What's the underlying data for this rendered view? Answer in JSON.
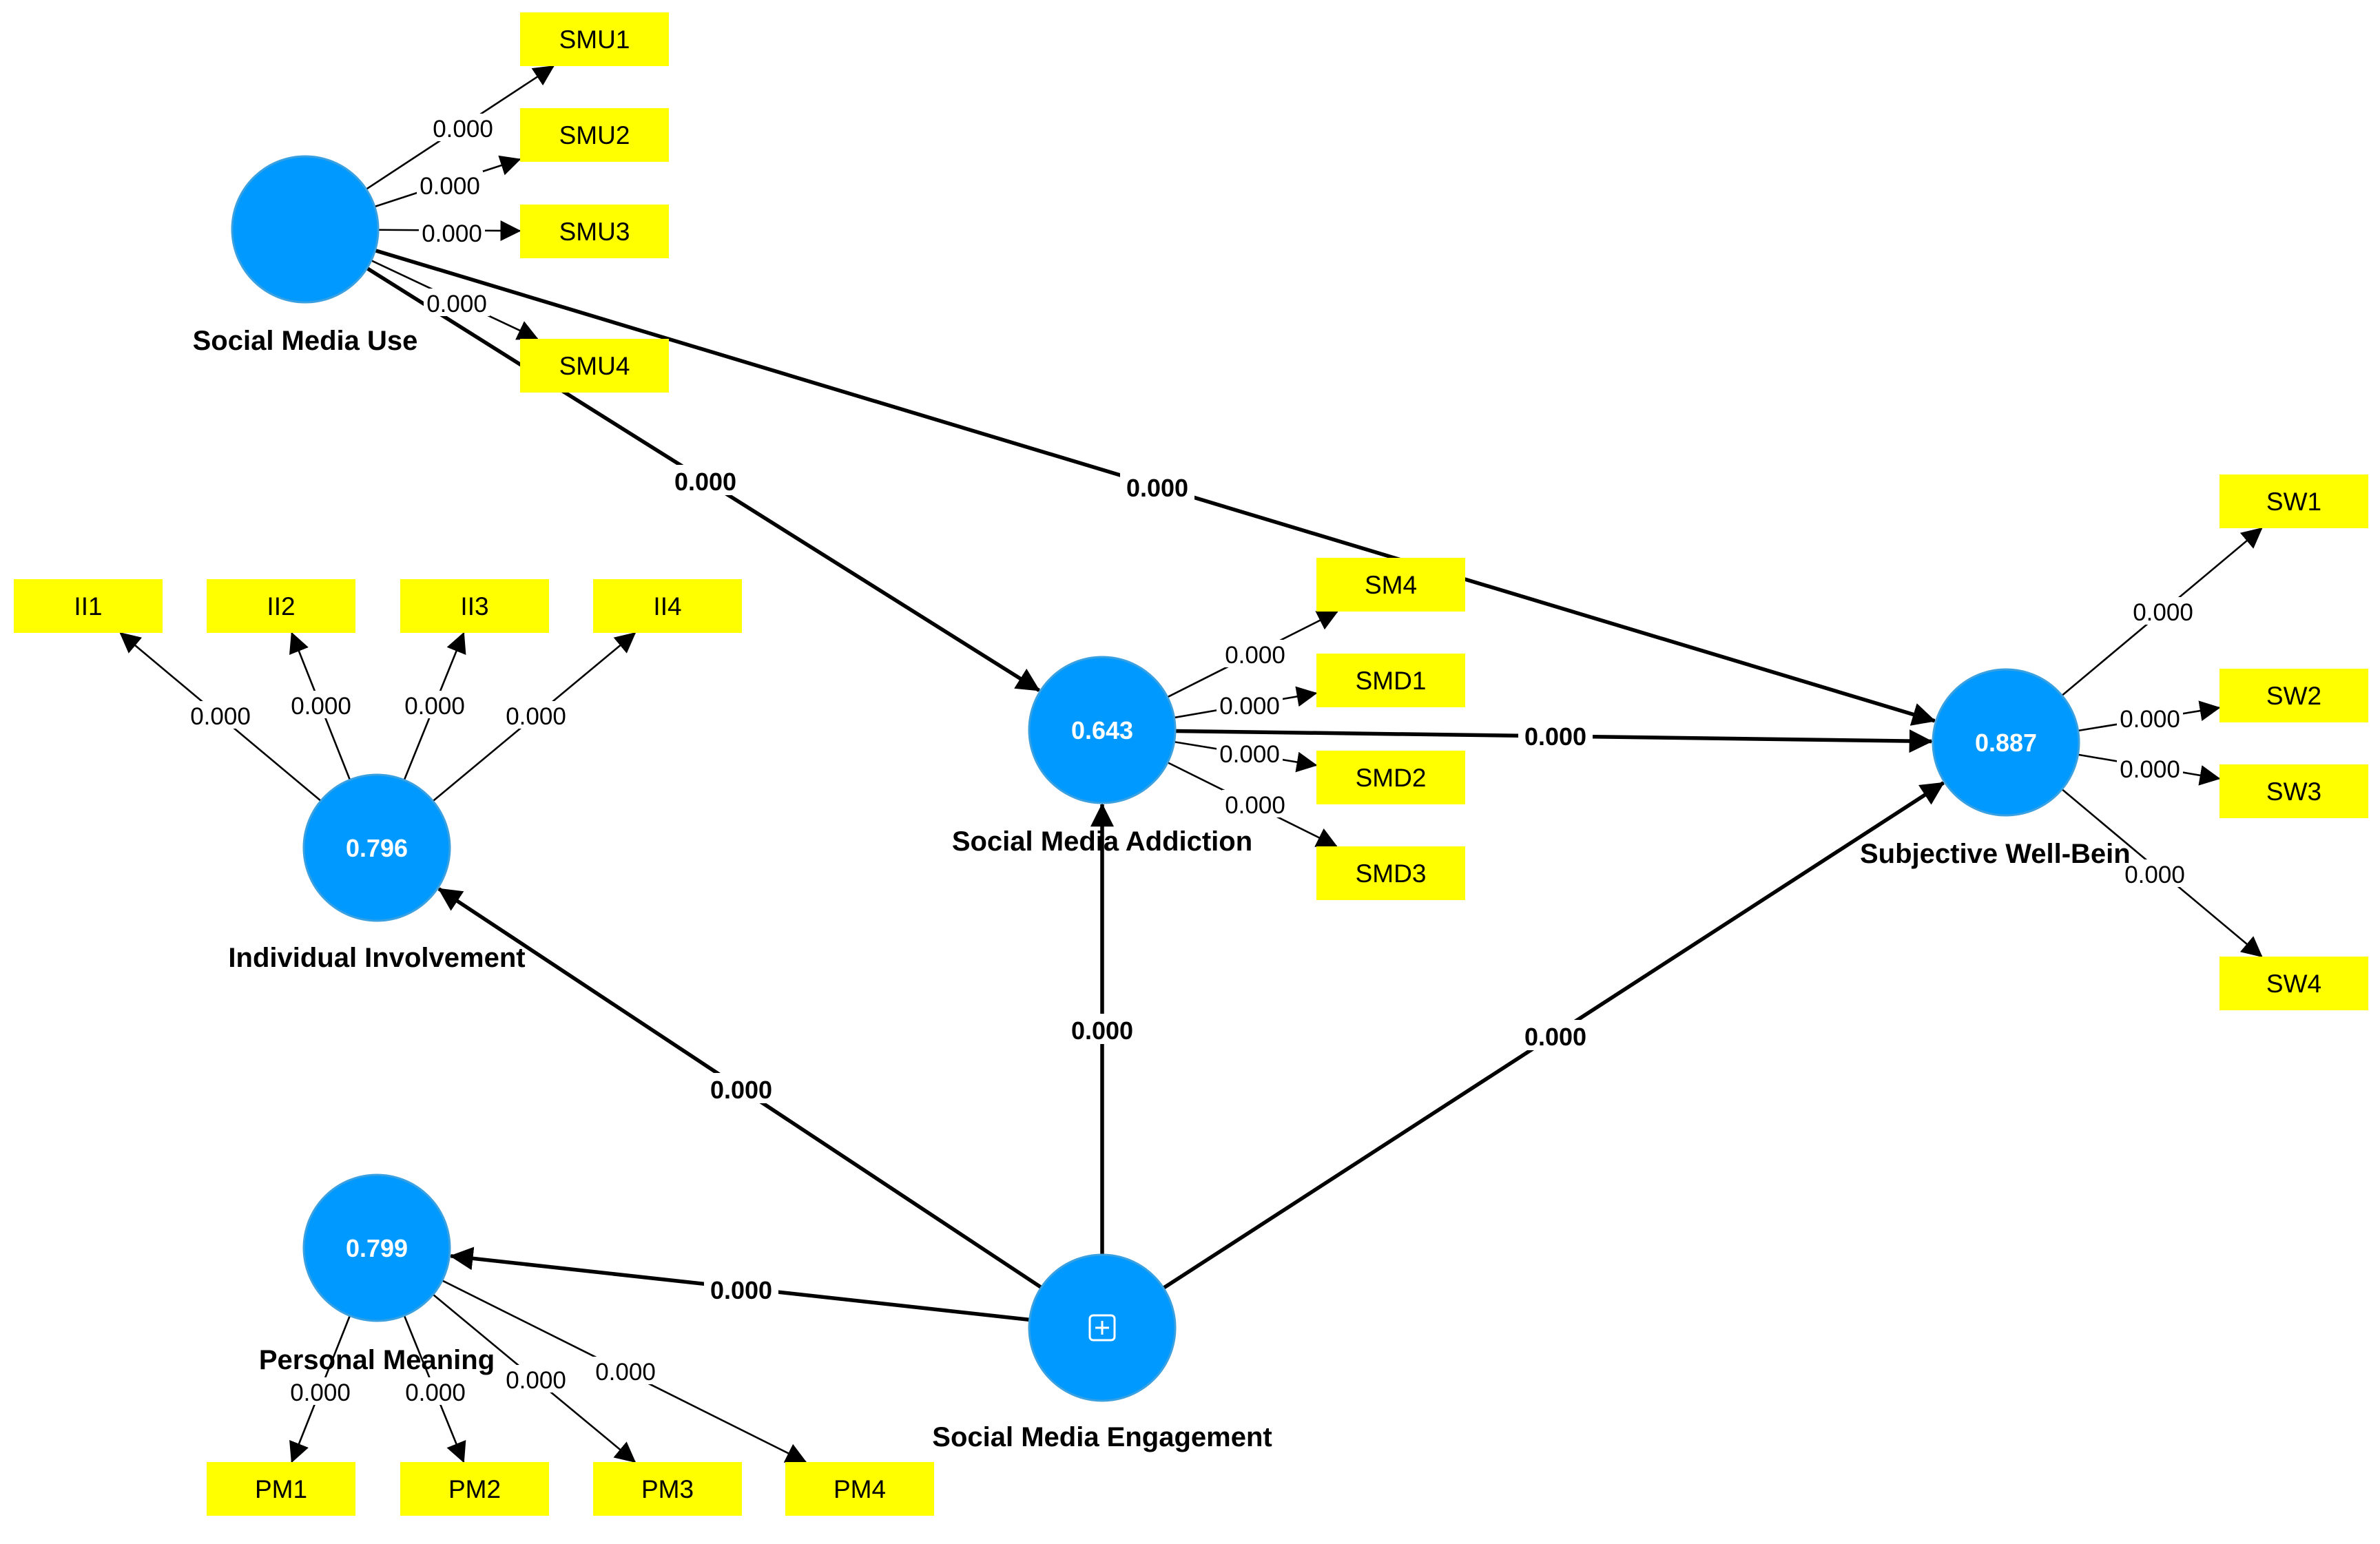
{
  "colors": {
    "construct": "#0099ff",
    "indicator": "#ffff00",
    "line": "#000000",
    "construct_text": "#ffffff"
  },
  "constructs": [
    {
      "id": "smu",
      "name": "Social Media Use",
      "value": ""
    },
    {
      "id": "ii",
      "name": "Individual Involvement",
      "value": "0.796"
    },
    {
      "id": "sma",
      "name": "Social Media Addiction",
      "value": "0.643"
    },
    {
      "id": "swb",
      "name": "Subjective Well-Bein",
      "value": "0.887"
    },
    {
      "id": "pm",
      "name": "Personal Meaning",
      "value": "0.799"
    },
    {
      "id": "sme",
      "name": "Social Media Engagement",
      "value": "",
      "icon": "expand-plus-icon"
    }
  ],
  "indicators": [
    {
      "id": "smu1",
      "label": "SMU1",
      "construct": "smu",
      "loading": "0.000",
      "direction": "out"
    },
    {
      "id": "smu2",
      "label": "SMU2",
      "construct": "smu",
      "loading": "0.000",
      "direction": "out"
    },
    {
      "id": "smu3",
      "label": "SMU3",
      "construct": "smu",
      "loading": "0.000",
      "direction": "out"
    },
    {
      "id": "smu4",
      "label": "SMU4",
      "construct": "smu",
      "loading": "0.000",
      "direction": "out"
    },
    {
      "id": "ii1",
      "label": "II1",
      "construct": "ii",
      "loading": "0.000",
      "direction": "out"
    },
    {
      "id": "ii2",
      "label": "II2",
      "construct": "ii",
      "loading": "0.000",
      "direction": "out"
    },
    {
      "id": "ii3",
      "label": "II3",
      "construct": "ii",
      "loading": "0.000",
      "direction": "out"
    },
    {
      "id": "ii4",
      "label": "II4",
      "construct": "ii",
      "loading": "0.000",
      "direction": "out"
    },
    {
      "id": "sm4",
      "label": "SM4",
      "construct": "sma",
      "loading": "0.000",
      "direction": "out"
    },
    {
      "id": "smd1",
      "label": "SMD1",
      "construct": "sma",
      "loading": "0.000",
      "direction": "out"
    },
    {
      "id": "smd2",
      "label": "SMD2",
      "construct": "sma",
      "loading": "0.000",
      "direction": "out"
    },
    {
      "id": "smd3",
      "label": "SMD3",
      "construct": "sma",
      "loading": "0.000",
      "direction": "out"
    },
    {
      "id": "sw1",
      "label": "SW1",
      "construct": "swb",
      "loading": "0.000",
      "direction": "out"
    },
    {
      "id": "sw2",
      "label": "SW2",
      "construct": "swb",
      "loading": "0.000",
      "direction": "out"
    },
    {
      "id": "sw3",
      "label": "SW3",
      "construct": "swb",
      "loading": "0.000",
      "direction": "out"
    },
    {
      "id": "sw4",
      "label": "SW4",
      "construct": "swb",
      "loading": "0.000",
      "direction": "out"
    },
    {
      "id": "pm1",
      "label": "PM1",
      "construct": "pm",
      "loading": "0.000",
      "direction": "out"
    },
    {
      "id": "pm2",
      "label": "PM2",
      "construct": "pm",
      "loading": "0.000",
      "direction": "out"
    },
    {
      "id": "pm3",
      "label": "PM3",
      "construct": "pm",
      "loading": "0.000",
      "direction": "out"
    },
    {
      "id": "pm4",
      "label": "PM4",
      "construct": "pm",
      "loading": "0.000",
      "direction": "out"
    }
  ],
  "paths": [
    {
      "from": "smu",
      "to": "sma",
      "value": "0.000"
    },
    {
      "from": "smu",
      "to": "swb",
      "value": "0.000"
    },
    {
      "from": "sma",
      "to": "swb",
      "value": "0.000"
    },
    {
      "from": "sme",
      "to": "ii",
      "value": "0.000"
    },
    {
      "from": "sme",
      "to": "sma",
      "value": "0.000"
    },
    {
      "from": "sme",
      "to": "swb",
      "value": "0.000"
    },
    {
      "from": "sme",
      "to": "pm",
      "value": "0.000"
    }
  ]
}
